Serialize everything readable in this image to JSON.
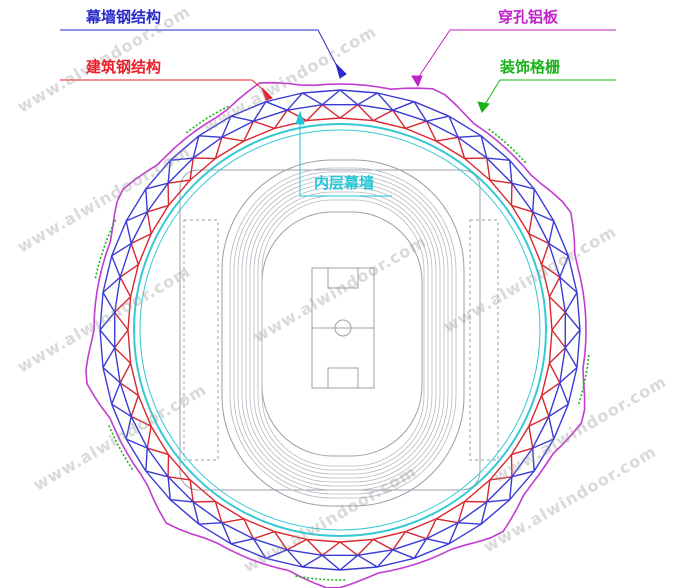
{
  "labels": {
    "curtain_wall_steel": "幕墙钢结构",
    "building_steel": "建筑钢结构",
    "perforated_aluminum": "穿孔铝板",
    "decorative_grille": "装饰格栅",
    "inner_curtain_wall": "内层幕墙"
  },
  "watermark": "www.alwindoor.com",
  "colors": {
    "curtain_wall_steel": "#2a2acb",
    "building_steel": "#e8212b",
    "perforated_aluminum": "#c023c9",
    "decorative_grille": "#19b419",
    "inner_curtain_wall": "#22c6d6",
    "truss_blue": "#3b3bd6",
    "truss_red": "#d9262e",
    "outline_magenta": "#c33bd0",
    "cyan_ring": "#35c9d4",
    "plan_grey": "#9aa0a8"
  }
}
